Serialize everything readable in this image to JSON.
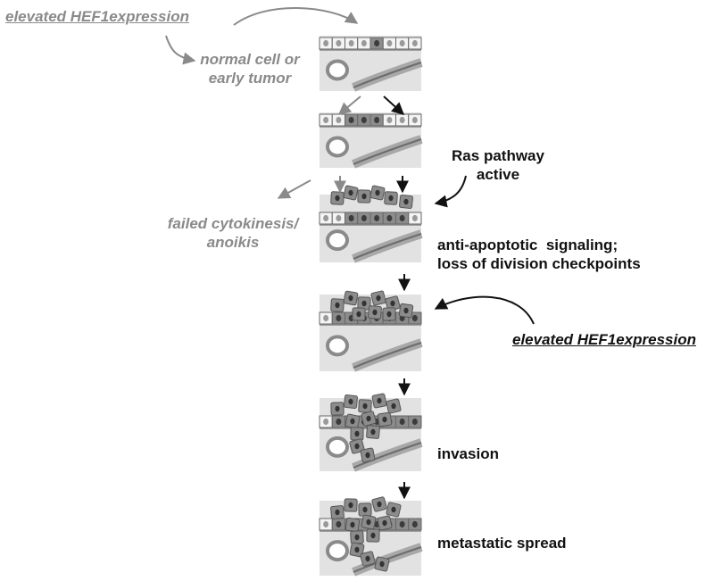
{
  "labels": {
    "hef1_top": "elevated HEF1expression",
    "normal_cell_line1": "normal cell or",
    "normal_cell_line2": "early tumor",
    "ras_line1": "Ras pathway",
    "ras_line2": "active",
    "failed_line1": "failed cytokinesis/",
    "failed_line2": "anoikis",
    "anti_line1": "anti-apoptotic  signaling;",
    "anti_line2": "loss of division checkpoints",
    "hef1_right": "elevated HEF1expression",
    "invasion": "invasion",
    "metastatic": "metastatic spread"
  },
  "colors": {
    "gray_text": "#8a8a8a",
    "black_text": "#111111",
    "panel_bg": "#e2e2e2",
    "cell_normal": "#f4f4f4",
    "cell_tumor": "#8c8c8c",
    "vessel": "#a8a8a8"
  }
}
